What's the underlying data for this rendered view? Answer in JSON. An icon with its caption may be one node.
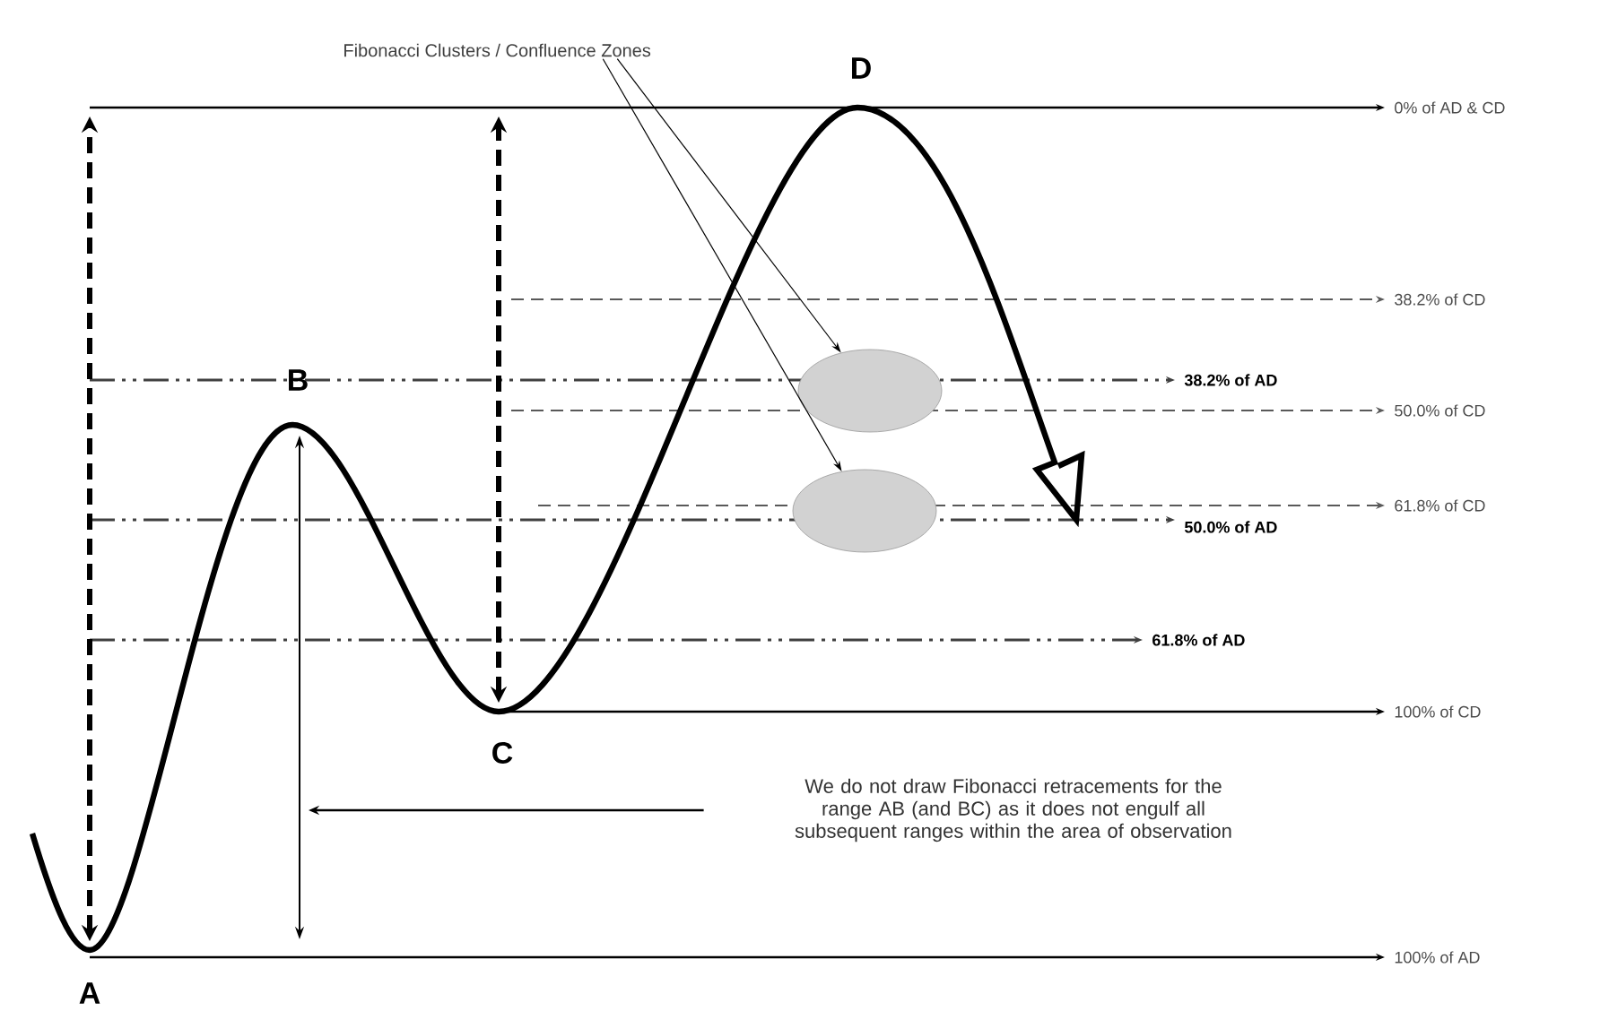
{
  "diagram": {
    "nodes": [
      {
        "text": [
          "Fibonacci Clusters / Confluence Zones"
        ]
      },
      {
        "text": [],
        "shape": "ellipse"
      },
      {
        "text": [],
        "shape": "ellipse"
      },
      {
        "text": [
          "We do not draw Fibonacci retracements for the range AB (and BC) as it does not engulf all subsequent ranges within the area of observation"
        ]
      }
    ],
    "edges": [
      {
        "from": 0,
        "to": 1,
        "arrow": "to"
      },
      {
        "from": 0,
        "to": 2,
        "arrow": "to"
      },
      {
        "from": 3,
        "to": null,
        "arrow": "to"
      }
    ],
    "labels": [
      "D",
      "0% of AD & CD",
      "38.2% of CD",
      "B",
      "38.2% of AD",
      "50.0% of CD",
      "61.8% of CD",
      "50.0% of AD",
      "61.8% of AD",
      "100% of CD",
      "C",
      "100% of AD",
      "A"
    ]
  }
}
